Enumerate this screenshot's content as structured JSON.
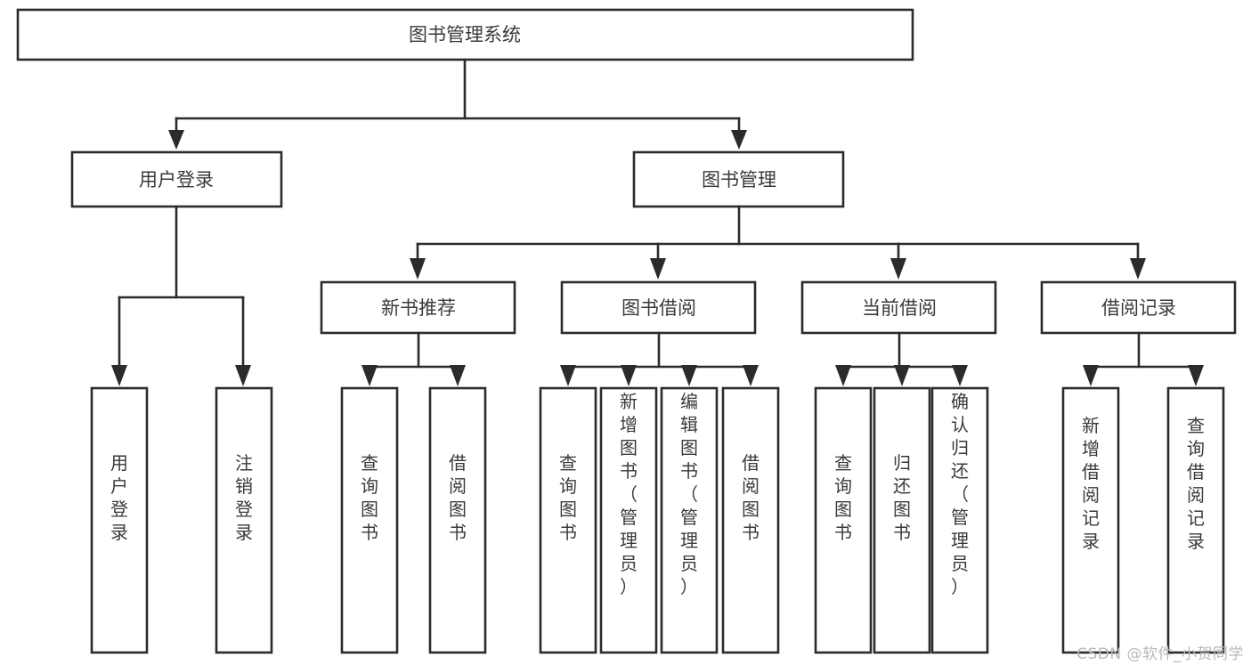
{
  "diagram": {
    "title": "图书管理系统",
    "type": "tree-hierarchy",
    "root": {
      "label": "图书管理系统"
    },
    "level2": [
      {
        "label": "用户登录"
      },
      {
        "label": "图书管理"
      }
    ],
    "level3": [
      {
        "label": "新书推荐"
      },
      {
        "label": "图书借阅"
      },
      {
        "label": "当前借阅"
      },
      {
        "label": "借阅记录"
      }
    ],
    "leaves": {
      "user_login": [
        {
          "label": "用户登录"
        },
        {
          "label": "注销登录"
        }
      ],
      "new_book_recommend": [
        {
          "label": "查询图书"
        },
        {
          "label": "借阅图书"
        }
      ],
      "book_borrow": [
        {
          "label": "查询图书"
        },
        {
          "label": "新增图书（管理员）"
        },
        {
          "label": "编辑图书（管理员）"
        },
        {
          "label": "借阅图书"
        }
      ],
      "current_borrow": [
        {
          "label": "查询图书"
        },
        {
          "label": "归还图书"
        },
        {
          "label": "确认归还（管理员）"
        }
      ],
      "borrow_record": [
        {
          "label": "新增借阅记录"
        },
        {
          "label": "查询借阅记录"
        }
      ]
    }
  },
  "watermark": {
    "text": "CSDN @软件_小贺同学"
  },
  "colors": {
    "stroke": "#2b2b2b",
    "fill": "#ffffff",
    "text": "#3a3a3a",
    "watermark": "#b9b9b9"
  }
}
